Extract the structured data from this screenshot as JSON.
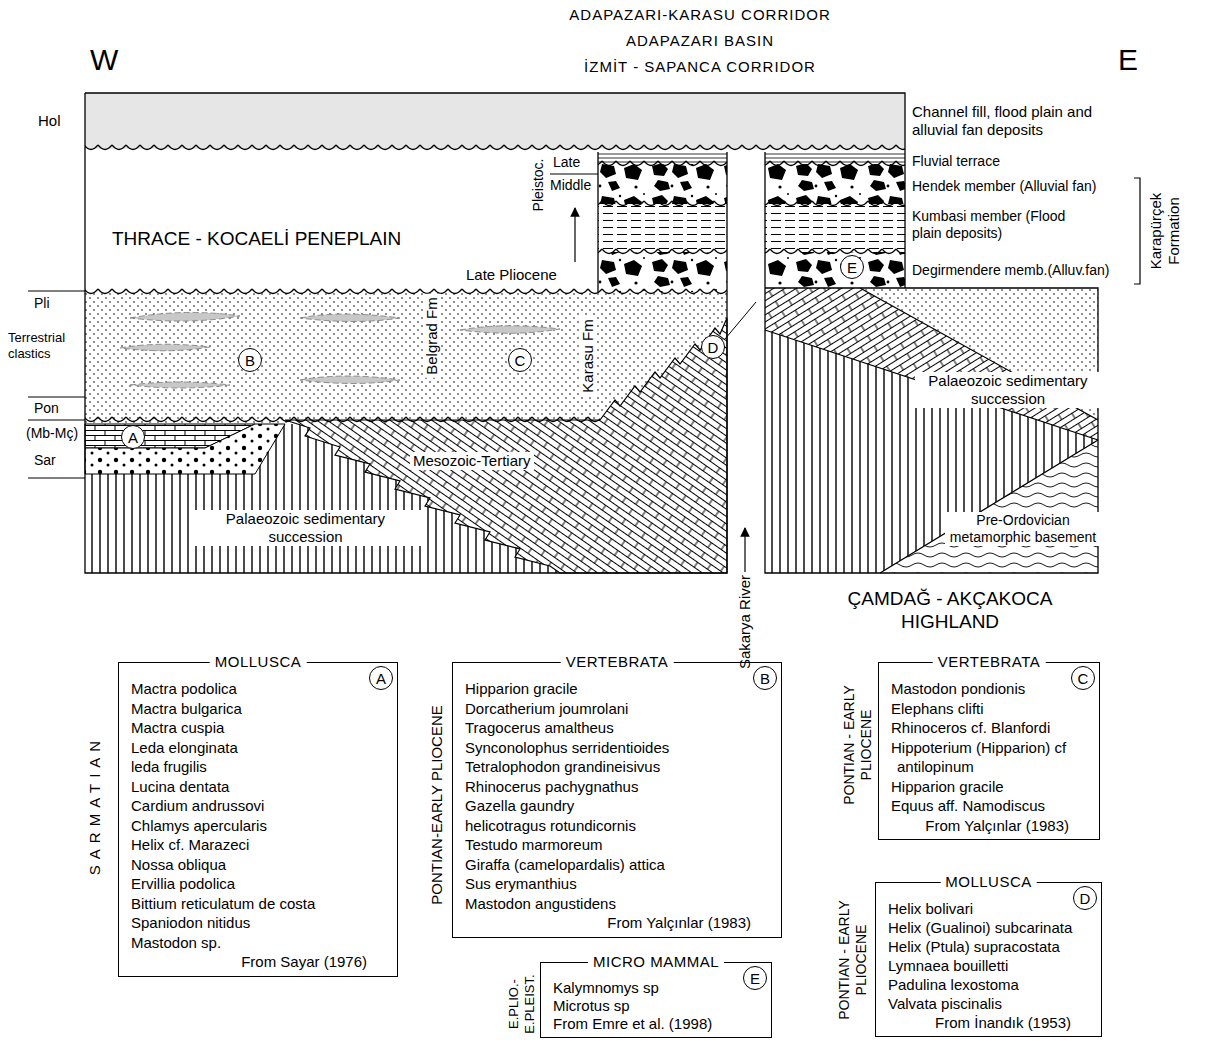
{
  "diagram": {
    "nodes": [
      {
        "text": [
          "A"
        ]
      },
      {
        "text": [
          "B"
        ]
      },
      {
        "text": [
          "C"
        ]
      },
      {
        "text": [
          "D"
        ]
      },
      {
        "text": [
          "E"
        ]
      },
      {
        "text": [
          "MOLLUSCA",
          "Mactra podolica",
          "Mactra bulgarica",
          "Mactra cuspia",
          "Leda elonginata",
          "leda frugilis",
          "Lucina dentata",
          "Cardium andrussovi",
          "Chlamys apercularis",
          "Helix cf. Marazeci",
          "Nossa obliqua",
          "Ervillia podolica",
          "Bittium reticulatum de costa",
          "Spaniodon nitidus",
          "Mastodon sp.",
          "From Sayar (1976)"
        ]
      },
      {
        "text": [
          "A"
        ],
        "in": 5
      },
      {
        "text": [
          "VERTEBRATA",
          "Hipparion gracile",
          "Dorcatherium joumrolani",
          "Tragocerus amaltheus",
          "Synconolophus serridentioides",
          "Tetralophodon grandineisivus",
          "Rhinocerus pachygnathus",
          "Gazella gaundry",
          "helicotragus rotundicornis",
          "Testudo marmoreum",
          "Giraffa (camelopardalis) attica",
          "Sus erymanthius",
          "Mastodon angustidens",
          "From Yalçınlar (1983)"
        ]
      },
      {
        "text": [
          "B"
        ],
        "in": 7
      },
      {
        "text": [
          "VERTEBRATA",
          "Mastodon pondionis",
          "Elephans clifti",
          "Rhinoceros cf. Blanfordi",
          "Hippoterium (Hipparion) cf antilopinum",
          "Hipparion gracile",
          "Equus aff. Namodiscus",
          "From Yalçınlar (1983)"
        ]
      },
      {
        "text": [
          "C"
        ],
        "in": 9
      },
      {
        "text": [
          "MOLLUSCA",
          "Helix bolivari",
          "Helix (Gualinoi) subcarinata",
          "Helix (Ptula) supracostata",
          "Lymnaea bouilletti",
          "Padulina lexostoma",
          "Valvata piscinalis",
          "From İnandık (1953)"
        ]
      },
      {
        "text": [
          "D"
        ],
        "in": 11
      },
      {
        "text": [
          "MICRO MAMMAL",
          "Kalymnomys sp",
          "Microtus sp",
          "From Emre et al. (1998)"
        ]
      },
      {
        "text": [
          "E"
        ],
        "in": 13
      }
    ],
    "labels": [
      "ADAPAZARI-KARASU CORRIDOR",
      "ADAPAZARI BASIN",
      "İZMİT - SAPANCA CORRIDOR",
      "W",
      "E",
      "Hol",
      "Channel fill, flood plain and alluvial fan deposits",
      "Pleistoc.",
      "Late",
      "Middle",
      "THRACE - KOCAELİ PENEPLAIN",
      "Late Pliocene",
      "Fluvial terrace",
      "Hendek member (Alluvial fan)",
      "Kumbasi member (Flood plain deposits)",
      "Degirmendere memb.(Alluv.fan)",
      "Karapürçek Formation",
      "Pli",
      "Terrestrial clastics",
      "Pon",
      "(Mb-Mç)",
      "Sar",
      "Belgrad Fm",
      "Karasu Fm",
      "Palaeozoic sedimentary succession",
      "Mesozoic-Tertiary",
      "Palaeozoic sedimentary succession",
      "Pre-Ordovician metamorphic basement",
      "Sakarya River",
      "ÇAMDAĞ - AKÇAKOCA HIGHLAND",
      "SARMATIAN",
      "PONTIAN-EARLY PLIOCENE",
      "PONTIAN - EARLY PLIOCENE",
      "PONTIAN - EARLY PLIOCENE",
      "E.PLIO.- E.PLEIST."
    ]
  }
}
